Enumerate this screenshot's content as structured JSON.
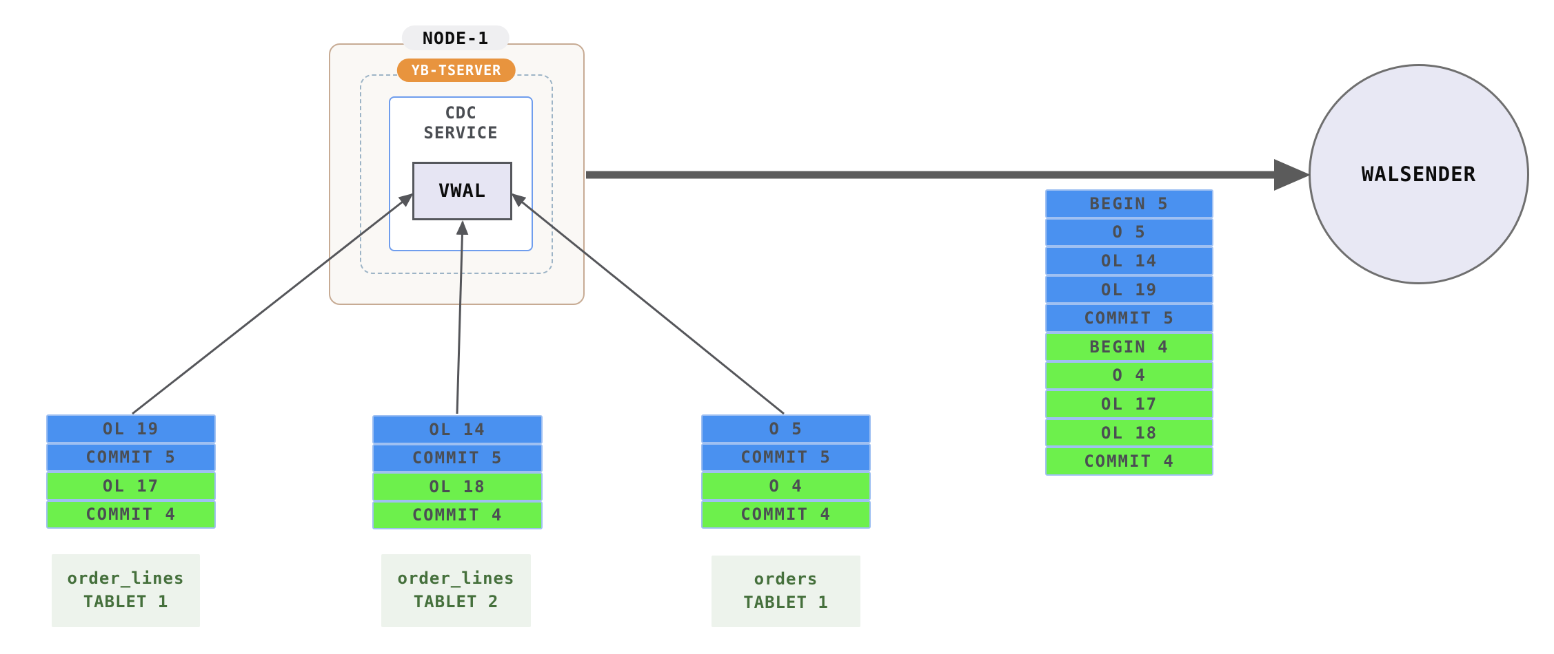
{
  "node": {
    "title": "NODE-1",
    "tserver": "YB-TSERVER",
    "service_line1": "CDC",
    "service_line2": "SERVICE",
    "vwal": "VWAL"
  },
  "walsender": {
    "label": "WALSENDER"
  },
  "queue": {
    "rows": [
      {
        "label": "BEGIN 5",
        "color": "blue"
      },
      {
        "label": "O 5",
        "color": "blue"
      },
      {
        "label": "OL 14",
        "color": "blue"
      },
      {
        "label": "OL 19",
        "color": "blue"
      },
      {
        "label": "COMMIT 5",
        "color": "blue"
      },
      {
        "label": "BEGIN 4",
        "color": "green"
      },
      {
        "label": "O 4",
        "color": "green"
      },
      {
        "label": "OL 17",
        "color": "green"
      },
      {
        "label": "OL 18",
        "color": "green"
      },
      {
        "label": "COMMIT 4",
        "color": "green"
      }
    ]
  },
  "tablets": [
    {
      "name_line1": "order_lines",
      "name_line2": "TABLET 1",
      "rows": [
        {
          "label": "OL 19",
          "color": "blue"
        },
        {
          "label": "COMMIT 5",
          "color": "blue"
        },
        {
          "label": "OL 17",
          "color": "green"
        },
        {
          "label": "COMMIT 4",
          "color": "green"
        }
      ]
    },
    {
      "name_line1": "order_lines",
      "name_line2": "TABLET 2",
      "rows": [
        {
          "label": "OL 14",
          "color": "blue"
        },
        {
          "label": "COMMIT 5",
          "color": "blue"
        },
        {
          "label": "OL 18",
          "color": "green"
        },
        {
          "label": "COMMIT 4",
          "color": "green"
        }
      ]
    },
    {
      "name_line1": "orders",
      "name_line2": "TABLET 1",
      "rows": [
        {
          "label": "O 5",
          "color": "blue"
        },
        {
          "label": "COMMIT 5",
          "color": "blue"
        },
        {
          "label": "O 4",
          "color": "green"
        },
        {
          "label": "COMMIT 4",
          "color": "green"
        }
      ]
    }
  ],
  "connections": [
    {
      "from": "order_lines TABLET 1",
      "to": "VWAL",
      "style": "thin"
    },
    {
      "from": "order_lines TABLET 2",
      "to": "VWAL",
      "style": "thin"
    },
    {
      "from": "orders TABLET 1",
      "to": "VWAL",
      "style": "thin"
    },
    {
      "from": "NODE-1",
      "to": "WALSENDER",
      "style": "thick"
    }
  ],
  "palette": {
    "row_blue": "#4a91f0",
    "row_green": "#6df04c",
    "row_border": "#9fc0f2",
    "row_text": "#4b4e53",
    "node_border": "#c7ab94",
    "node_bg": "#faf8f5",
    "node_pill_bg": "#efeff1",
    "tserver_pill_bg": "#e8943e",
    "dashed_border": "#9db4c6",
    "cdc_border": "#6f9ded",
    "vwal_bg": "#e6e5f3",
    "vwal_border": "#55575c",
    "walsender_bg": "#e8e8f4",
    "walsender_border": "#6f6f6f",
    "arrow_thin": "#55565a",
    "arrow_thick": "#5b5b5b",
    "tablet_label_bg": "#edf3ec",
    "tablet_label_text": "#45703c"
  }
}
